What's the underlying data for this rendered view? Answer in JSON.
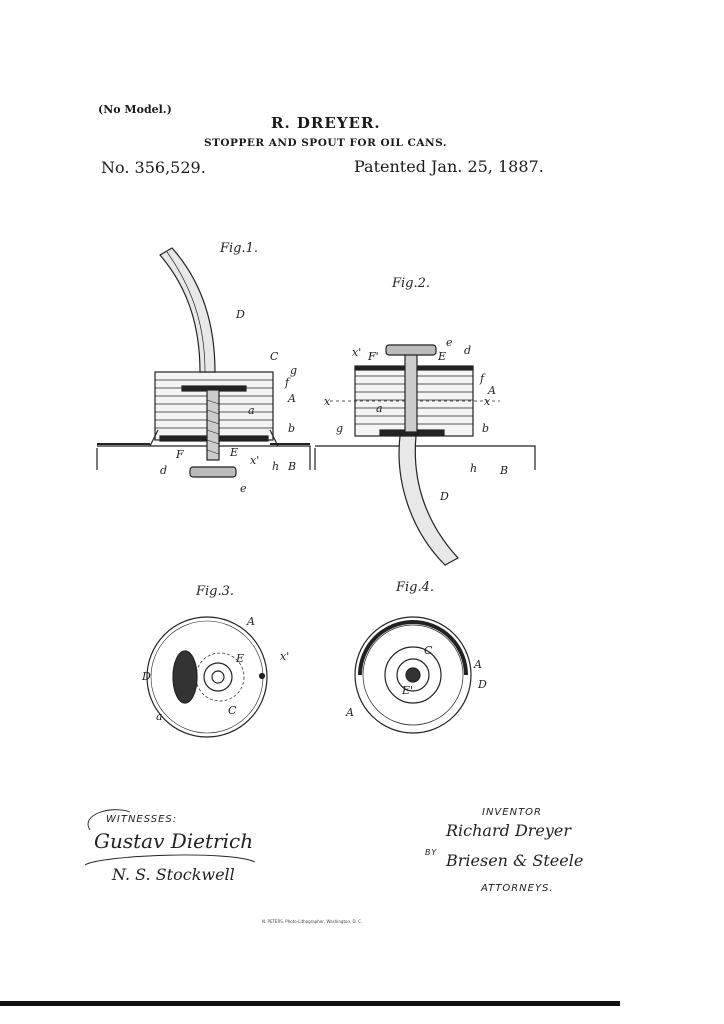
{
  "header": {
    "no_model": "(No Model.)",
    "inventor": "R. DREYER.",
    "title": "STOPPER AND SPOUT FOR OIL CANS.",
    "patent_number": "No. 356,529.",
    "patent_date": "Patented Jan. 25, 1887."
  },
  "figures": {
    "fig1": {
      "label": "Fig.1.",
      "parts": [
        "D",
        "C",
        "g",
        "f",
        "A",
        "a",
        "b",
        "F",
        "d",
        "E",
        "x'",
        "h",
        "B",
        "e"
      ]
    },
    "fig2": {
      "label": "Fig.2.",
      "parts": [
        "e",
        "x'",
        "F'",
        "E",
        "d",
        "f",
        "A",
        "x",
        "x",
        "g",
        "a",
        "b",
        "h",
        "B",
        "D"
      ]
    },
    "fig3": {
      "label": "Fig.3.",
      "parts": [
        "A",
        "D",
        "x'",
        "E",
        "C",
        "a"
      ]
    },
    "fig4": {
      "label": "Fig.4.",
      "parts": [
        "C",
        "A",
        "E'",
        "D",
        "A"
      ]
    }
  },
  "signatures": {
    "witnesses_label": "WITNESSES:",
    "witness1": "Gustav Dietrich",
    "witness2": "N. S. Stockwell",
    "inventor_label": "INVENTOR",
    "inventor_sig": "Richard Dreyer",
    "by_label": "BY",
    "attorney_sig": "Briesen & Steele",
    "attorneys_label": "ATTORNEYS."
  },
  "footer": {
    "printer": "N. PETERS, Photo-Lithographer, Washington, D. C."
  }
}
